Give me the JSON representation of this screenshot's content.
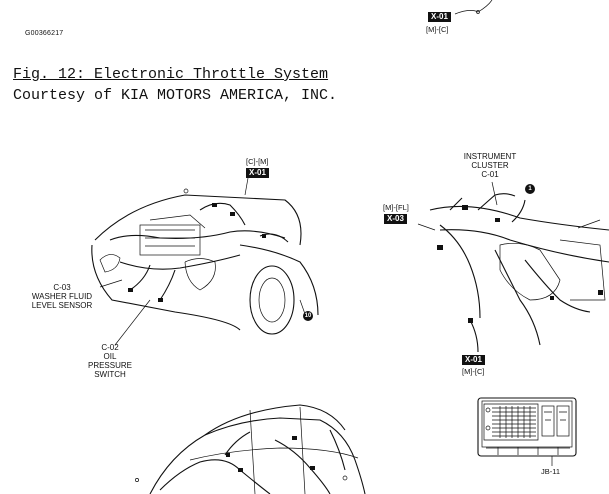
{
  "document": {
    "id_code": "G00366217",
    "figure_title": "Fig. 12: Electronic Throttle System",
    "courtesy": "Courtesy of KIA MOTORS AMERICA, INC."
  },
  "labels": {
    "top_right_tag": "X-01",
    "top_right_code": "[M]-[C]",
    "engine_top_code": "[C]-[M]",
    "engine_top_tag": "X-01",
    "washer": [
      "C-03",
      "WASHER FLUID",
      "LEVEL SENSOR"
    ],
    "oil": [
      "C-02",
      "OIL",
      "PRESSURE",
      "SWITCH"
    ],
    "engine_badge": "10",
    "instrument": [
      "INSTRUMENT",
      "CLUSTER",
      "C-01"
    ],
    "dash_badge": "1",
    "dash_left_code": "[M]-[FL]",
    "dash_left_tag": "X-03",
    "dash_bottom_tag": "X-01",
    "dash_bottom_code": "[M]-[C]",
    "junction_block": "JB-11"
  }
}
